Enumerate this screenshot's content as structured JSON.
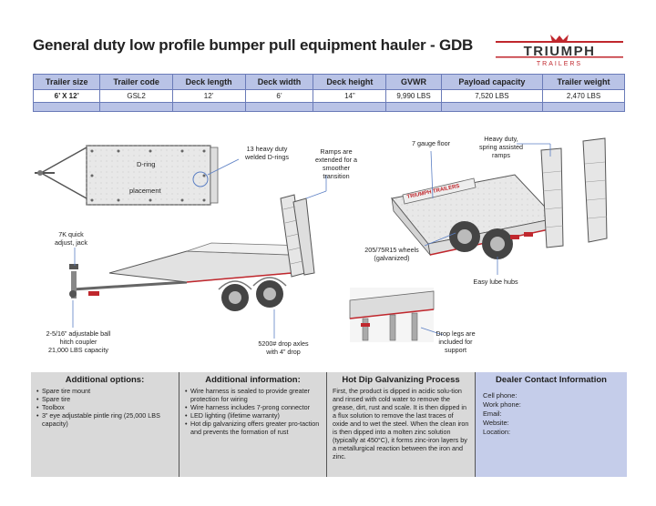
{
  "title": "General duty low profile bumper pull equipment hauler - GDB",
  "logo": {
    "name": "TRIUMPH",
    "sub": "TRAILERS",
    "accent": "#c0272d",
    "dark": "#333333"
  },
  "specs": {
    "headers": [
      "Trailer size",
      "Trailer code",
      "Deck length",
      "Deck width",
      "Deck height",
      "GVWR",
      "Payload capacity",
      "Trailer weight"
    ],
    "row": [
      "6’ X 12’",
      "GSL2",
      "12’",
      "6’",
      "14”",
      "9,990 LBS",
      "7,520 LBS",
      "2,470 LBS"
    ]
  },
  "diagram": {
    "dring_label": "D-ring",
    "placement_label": "placement",
    "callouts": {
      "drings": [
        "13 heavy duty",
        "welded D-rings"
      ],
      "ramps_ext": [
        "Ramps are",
        "extended for a",
        "smoother",
        "transition"
      ],
      "jack": [
        "7K quick",
        "adjust, jack"
      ],
      "coupler": [
        "2-5/16” adjustable ball",
        "hitch coupler",
        "21,000 LBS capacity"
      ],
      "axles": [
        "5200# drop axles",
        "with 4” drop"
      ],
      "floor": [
        "7 gauge floor"
      ],
      "ramps_heavy": [
        "Heavy duty,",
        "spring assisted",
        "ramps"
      ],
      "wheels": [
        "205/75R15 wheels",
        "(galvanized)"
      ],
      "hubs": [
        "Easy lube hubs"
      ],
      "legs": [
        "Drop legs are",
        "included for",
        "support"
      ]
    },
    "trailer_text": "TRIUMPH TRAILERS",
    "callout_color": "#5b7fc4"
  },
  "options": {
    "title": "Additional options:",
    "items": [
      "Spare tire mount",
      "Spare tire",
      "Toolbox",
      "3” eye adjustable pintle ring (25,000 LBS capacity)"
    ]
  },
  "info": {
    "title": "Additional information:",
    "items": [
      "Wire harness is sealed to provide greater protection for wiring",
      "Wire harness includes 7-prong connector",
      "LED lighting (lifetime warranty)",
      "Hot dip galvanizing offers greater pro-taction and prevents the formation of rust"
    ]
  },
  "process": {
    "title": "Hot Dip Galvanizing Process",
    "text": "First, the product is dipped in acidic solu-tion and rinsed with cold water to remove the grease, dirt, rust and scale. It is then dipped in a flux solution to remove the last traces of oxide and to wet the steel. When the clean iron is then dipped into a molten zinc solution (typically at 450°C), it forms zinc-iron layers by a metallurgical reaction between the iron and zinc."
  },
  "dealer": {
    "title": "Dealer Contact Information",
    "fields": [
      "Cell phone:",
      "Work phone:",
      "Email:",
      "Website:",
      "Location:"
    ]
  }
}
